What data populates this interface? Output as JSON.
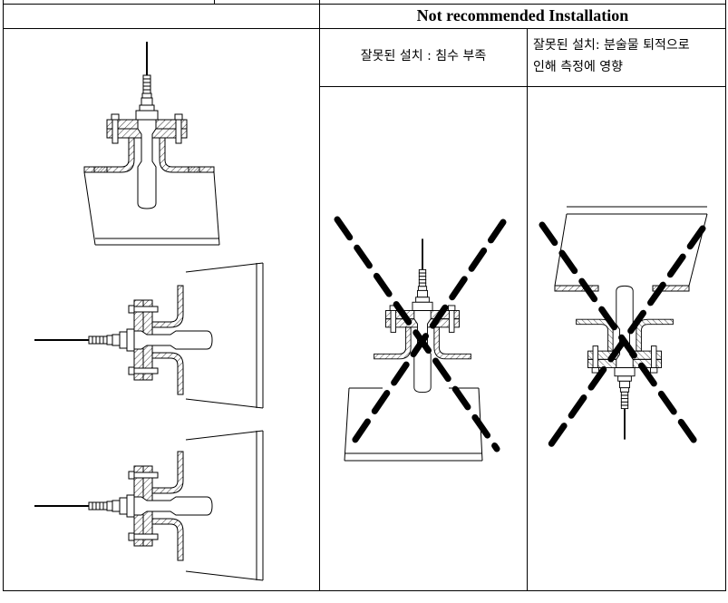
{
  "header": {
    "title": "Not recommended Installation"
  },
  "cases": [
    {
      "label": "잘못된 설치 : 침수 부족"
    },
    {
      "label_line1": "잘못된 설치: 분술물 퇴적으로",
      "label_line2": "인해 측정에 영향"
    }
  ]
}
